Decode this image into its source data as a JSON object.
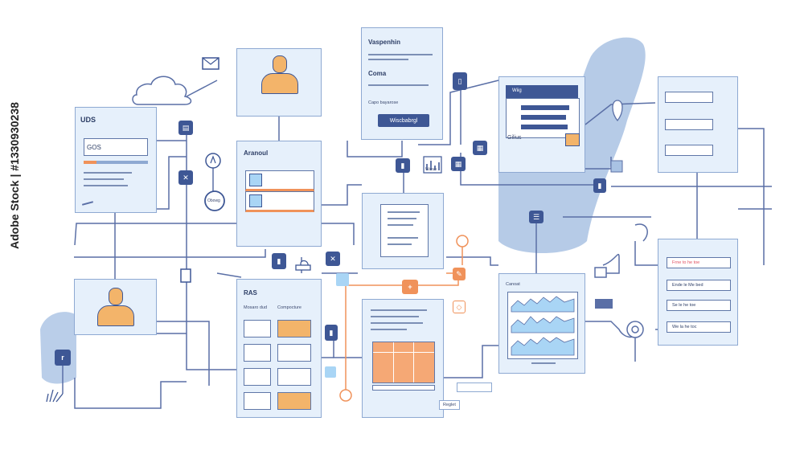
{
  "watermark": "Adobe Stock | #1330930238",
  "panels": {
    "uds": {
      "title": "UDS",
      "input_value": "GOS"
    },
    "top_center": {
      "heading": "Vaspenhin",
      "subheading": "Coma",
      "label": "Capo bayarose",
      "button": "Wiscbabrgl"
    },
    "aranoul": {
      "title": "Aranoul"
    },
    "ras": {
      "title": "RAS",
      "col1": "Mosaro dud",
      "col2": "Compocture"
    },
    "browser": {
      "tab_label": "Wiig",
      "footer_label": "Gilius"
    },
    "right_list": {
      "rows": [
        "Frne to he toe",
        "Ende le Me bed",
        "Se le he toe",
        "We la he toc"
      ]
    },
    "lower_right": {
      "title": "Canoat"
    },
    "side_card": {
      "caption": "Reglet"
    },
    "node_labels": {
      "circle_label": "Obowg",
      "chart_label": "Wwub"
    }
  },
  "colors": {
    "card_fill": "#e6f0fb",
    "card_border": "#8ea9d2",
    "connector": "#5a6fa6",
    "accent_orange": "#f0925a",
    "node_navy": "#3e5795",
    "blob_blue": "#a9c2e3"
  },
  "icons": [
    "envelope-icon",
    "cloud-icon",
    "user-avatar-icon",
    "pin-icon",
    "plus-icon",
    "close-icon",
    "sync-icon",
    "grid-icon",
    "chat-icon",
    "phone-icon",
    "map-pin-icon",
    "clipboard-icon",
    "target-icon",
    "plant-icon",
    "bar-chart-icon"
  ]
}
